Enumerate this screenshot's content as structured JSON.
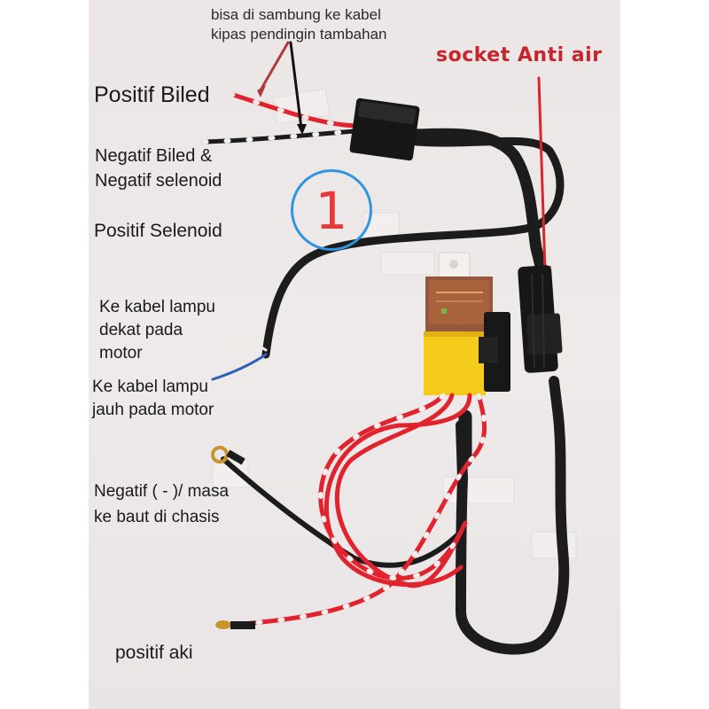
{
  "image": {
    "subject": "motorcycle relay wiring harness with waterproof socket",
    "background_color": "#ece7e7",
    "frame_color": "#ffffff"
  },
  "annotations": {
    "top_note": [
      "bisa di sambung ke kabel",
      "kipas pendingin tambahan"
    ],
    "socket_label": "socket Anti air",
    "positif_biled": "Positif Biled",
    "negatif_biled": [
      "Negatif Biled &",
      "Negatif selenoid"
    ],
    "positif_selenoid": "Positif Selenoid",
    "lampu_dekat": [
      "Ke kabel lampu",
      "dekat pada",
      "motor"
    ],
    "lampu_jauh": [
      "Ke kabel lampu",
      "jauh pada motor"
    ],
    "negatif_masa": [
      "Negatif ( - )/ masa",
      "ke baut di chasis"
    ],
    "positif_aki": "positif aki",
    "badge_number": "1"
  },
  "colors": {
    "socket_label": "#c8242c",
    "badge_circle": "#2f95e0",
    "badge_number": "#e8393a",
    "wire_red": "#e0232d",
    "wire_black": "#1c1c1c",
    "relay_yellow": "#f5cc1c",
    "relay_amber": "#8a4a2c"
  }
}
